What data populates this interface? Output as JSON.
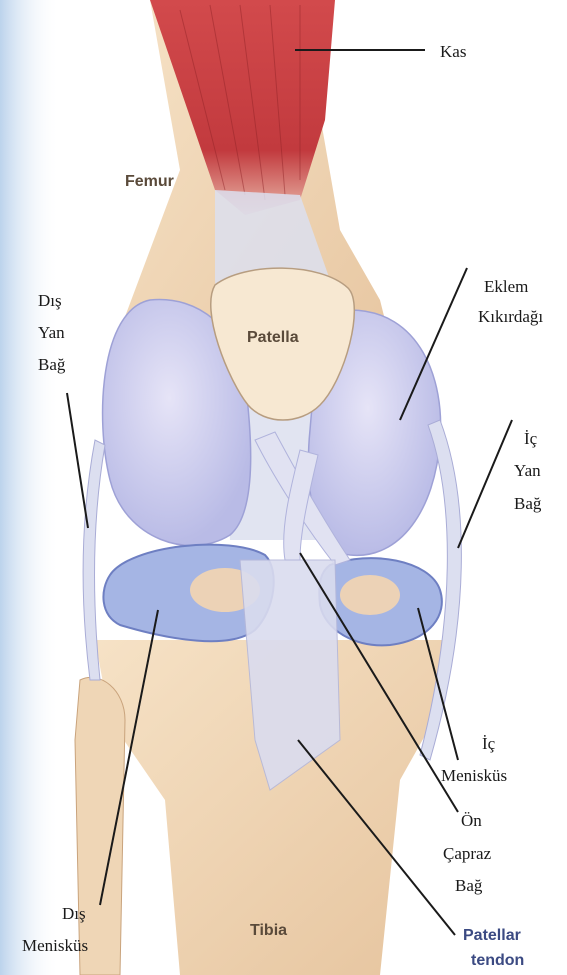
{
  "labels": {
    "kas": "Kas",
    "femur": "Femur",
    "patella": "Patella",
    "dis_yan_bag_1": "Dış",
    "dis_yan_bag_2": "Yan",
    "dis_yan_bag_3": "Bağ",
    "eklem_kikirdagi_1": "Eklem",
    "eklem_kikirdagi_2": "Kıkırdağı",
    "ic_yan_bag_1": "İç",
    "ic_yan_bag_2": "Yan",
    "ic_yan_bag_3": "Bağ",
    "ic_menisküs_1": "İç",
    "ic_menisküs_2": "Menisküs",
    "on_capraz_bag_1": "Ön",
    "on_capraz_bag_2": "Çapraz",
    "on_capraz_bag_3": "Bağ",
    "dis_menisküs_1": "Dış",
    "dis_menisküs_2": "Menisküs",
    "tibia": "Tibia",
    "patellar_tendon_1": "Patellar",
    "patellar_tendon_2": "tendon"
  },
  "colors": {
    "left_band": "#c9dcf0",
    "muscle": "#c8383c",
    "bone": "#f0d7b7",
    "cartilage": "#c8c8ee",
    "meniscus": "#a9b8e6",
    "ligament": "#d9dcef",
    "leader": "#1a1a1a",
    "sans_label": "#5a4a3a",
    "tendon_label": "#3b4a82"
  }
}
